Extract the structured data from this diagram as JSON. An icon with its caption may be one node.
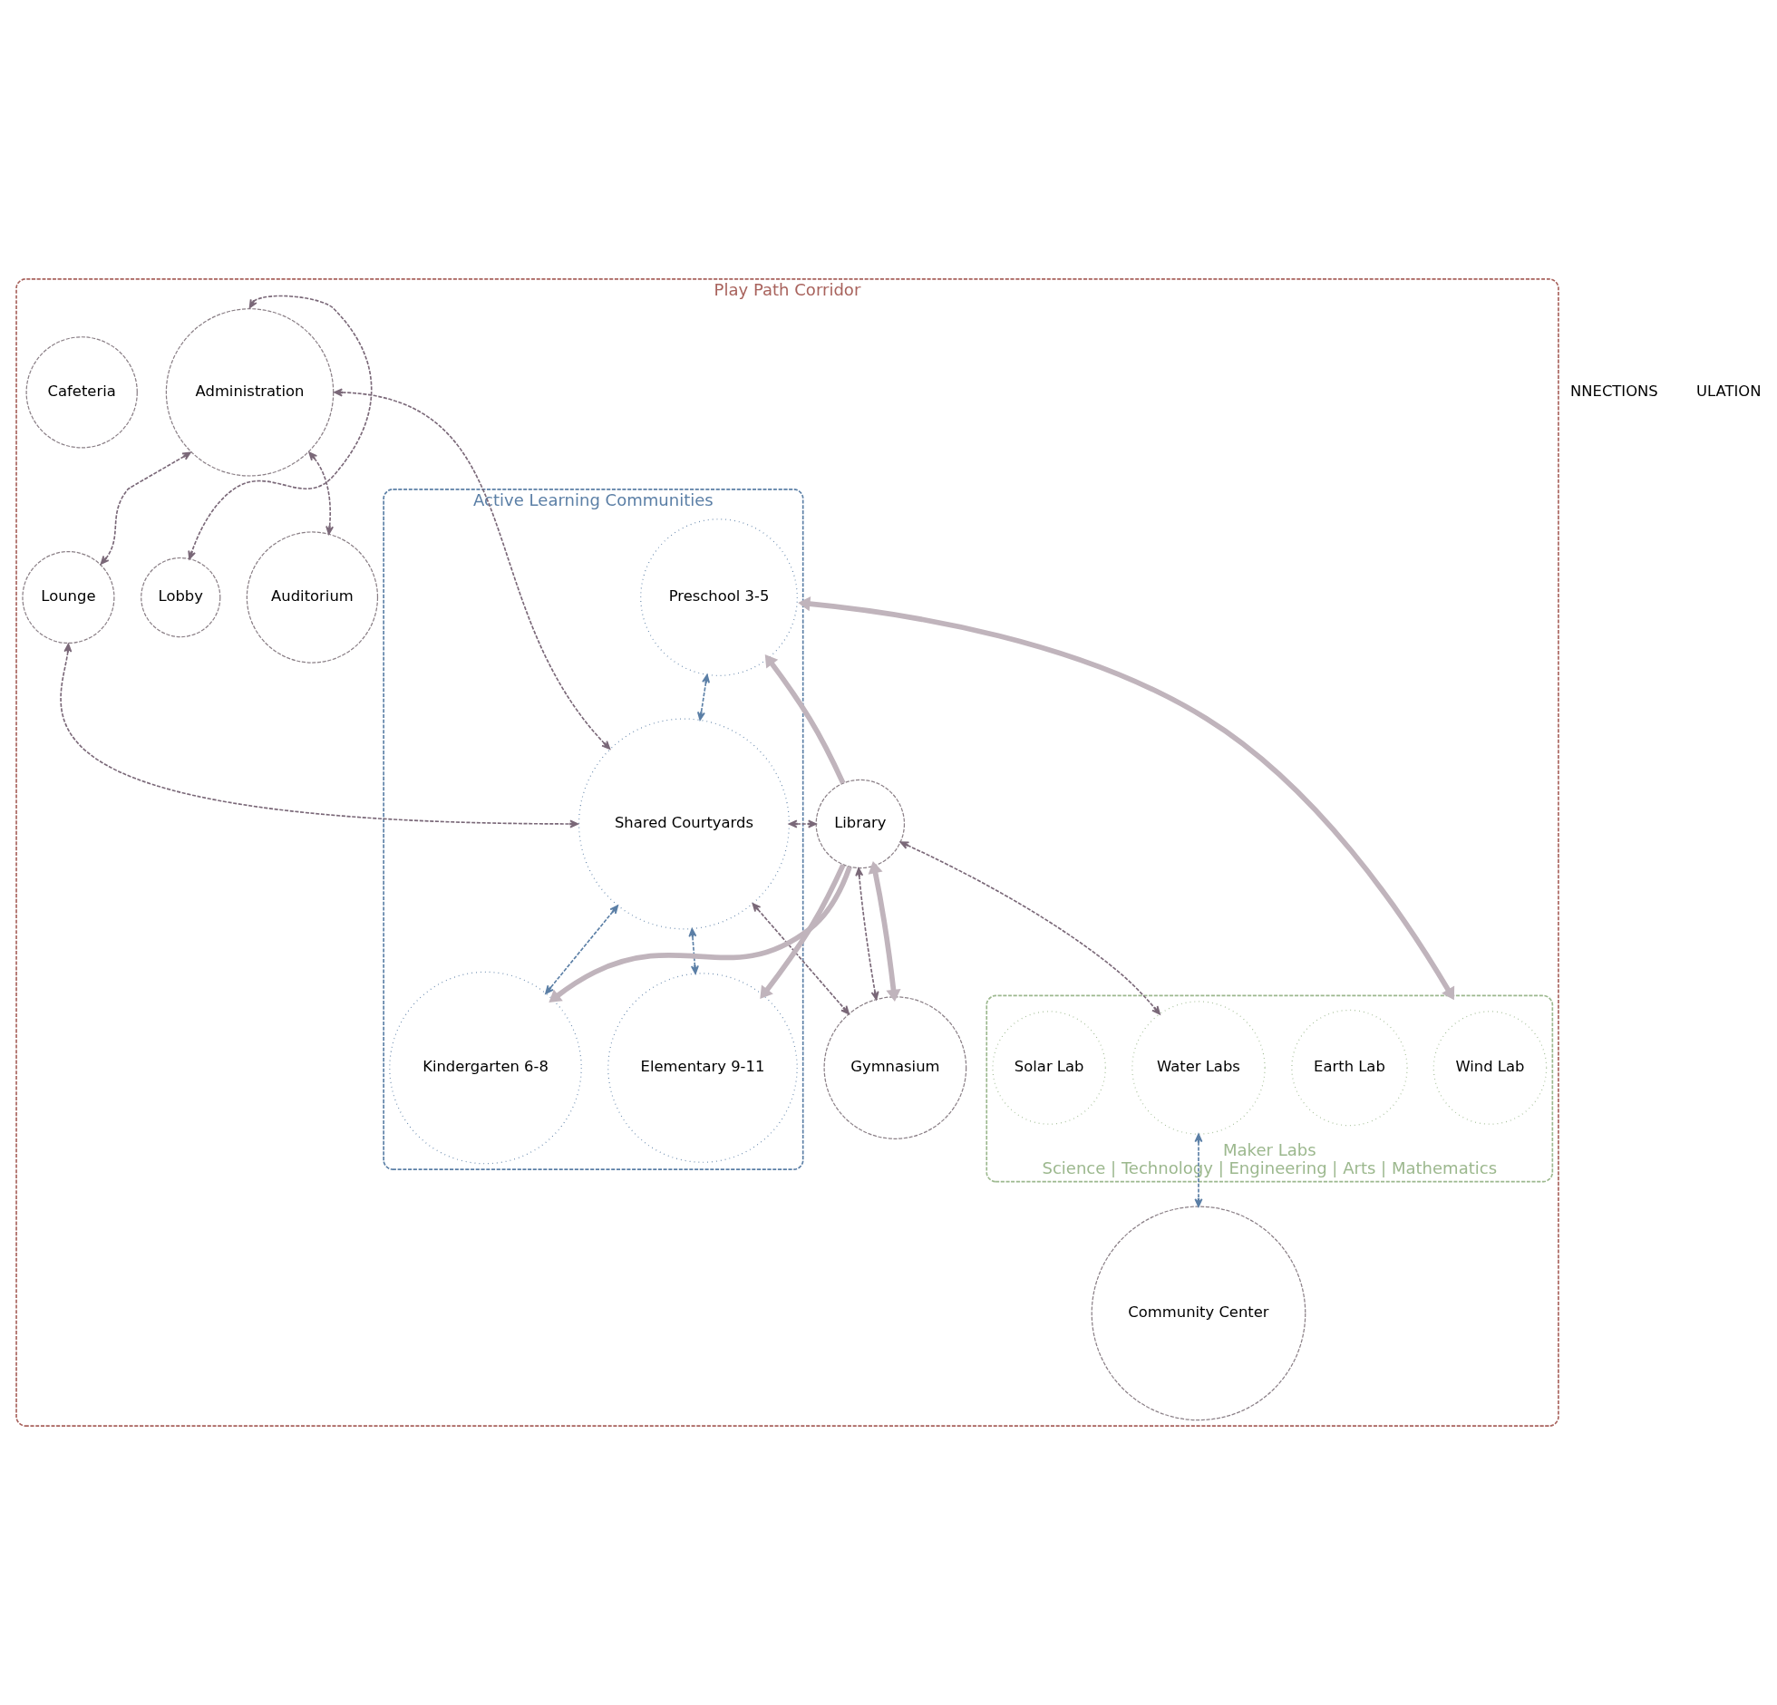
{
  "diagram": {
    "nodes": [
      {
        "text": [
          "Play Path Corridor"
        ]
      },
      {
        "text": [
          "Lobby"
        ],
        "in": 0
      },
      {
        "text": [
          "Administration"
        ],
        "in": 0
      },
      {
        "text": [
          "Auditorium"
        ],
        "in": 0
      },
      {
        "text": [
          "Lounge"
        ],
        "in": 0
      },
      {
        "text": [
          "Active Learning Communities"
        ],
        "in": 0
      },
      {
        "text": [
          "Preschool 3-5"
        ],
        "in": 5
      },
      {
        "text": [
          "Shared Courtyards"
        ],
        "in": 5
      },
      {
        "text": [
          "Kindergarten 6-8"
        ],
        "in": 5
      },
      {
        "text": [
          "Elementary 9-11"
        ],
        "in": 5
      },
      {
        "text": [
          "Library"
        ],
        "in": 0
      },
      {
        "text": [
          "Cafeteria"
        ],
        "in": 0
      },
      {
        "text": [
          "Maker Labs",
          "Science | Technology | Engineering | Arts | Mathematics"
        ],
        "in": 0
      },
      {
        "text": [
          "Wind Lab"
        ],
        "in": 12
      },
      {
        "text": [
          "Earth Lab"
        ],
        "in": 12
      },
      {
        "text": [
          "Water Labs"
        ],
        "in": 12
      },
      {
        "text": [
          "Solar Lab"
        ],
        "in": 12
      },
      {
        "text": [
          "Gymnasium"
        ],
        "in": 0
      },
      {
        "text": [
          "Community Center"
        ],
        "in": 0
      }
    ],
    "edges": [
      {
        "from": 2,
        "to": 1,
        "arrow": "both",
        "style": "dashed"
      },
      {
        "from": 2,
        "to": 7,
        "arrow": "both",
        "style": "dashed"
      },
      {
        "from": 2,
        "to": 3,
        "arrow": "both",
        "style": "dashed"
      },
      {
        "from": 2,
        "to": 4,
        "arrow": "both",
        "style": "dashed"
      },
      {
        "from": 4,
        "to": 7,
        "arrow": "both",
        "style": "dashed"
      },
      {
        "from": 7,
        "to": 10,
        "arrow": "both",
        "style": "dashed"
      },
      {
        "from": 7,
        "to": 17,
        "arrow": "both",
        "style": "dashed"
      },
      {
        "from": 10,
        "to": 17,
        "arrow": "both",
        "style": "dashed"
      },
      {
        "from": 10,
        "to": 15,
        "arrow": "both",
        "style": "dashed"
      },
      {
        "from": 10,
        "to": 6,
        "arrow": "to",
        "style": "thick",
        "color": "#c0b4bc"
      },
      {
        "from": 10,
        "to": 9,
        "arrow": "to",
        "style": "thick",
        "color": "#c0b4bc"
      },
      {
        "from": 10,
        "to": 8,
        "arrow": "to",
        "style": "thick",
        "color": "#c0b4bc"
      },
      {
        "from": 10,
        "to": 17,
        "arrow": "both",
        "style": "thick",
        "color": "#c0b4bc"
      },
      {
        "from": 5,
        "to": 12,
        "arrow": "both",
        "style": "thick",
        "color": "#c0b4bc"
      },
      {
        "from": 6,
        "to": 7,
        "arrow": "both",
        "style": "dashed",
        "color": "#5b7fa6"
      },
      {
        "from": 7,
        "to": 8,
        "arrow": "both",
        "style": "dashed",
        "color": "#5b7fa6"
      },
      {
        "from": 7,
        "to": 9,
        "arrow": "both",
        "style": "dashed",
        "color": "#5b7fa6"
      },
      {
        "from": 15,
        "to": 18,
        "arrow": "both",
        "style": "dashed",
        "color": "#5b7fa6"
      }
    ],
    "labels": [
      "NNECTIONS",
      "ULATION"
    ]
  }
}
